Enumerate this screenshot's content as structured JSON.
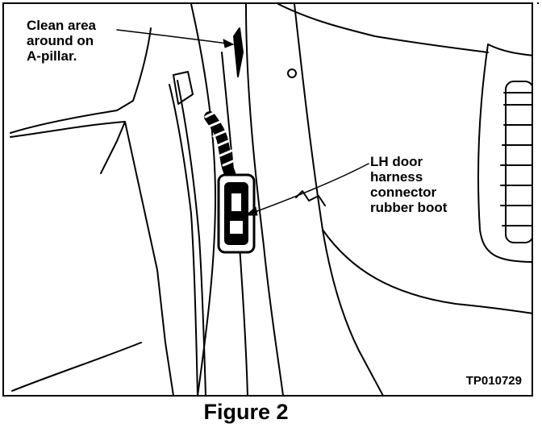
{
  "figure": {
    "callouts": {
      "clean_area": "Clean area\naround on\nA-pillar.",
      "lh_door": "LH door\nharness\nconnector\nrubber boot"
    },
    "figure_id": "TP010729",
    "caption": "Figure 2"
  },
  "colors": {
    "line": "#000000",
    "background": "#ffffff"
  }
}
